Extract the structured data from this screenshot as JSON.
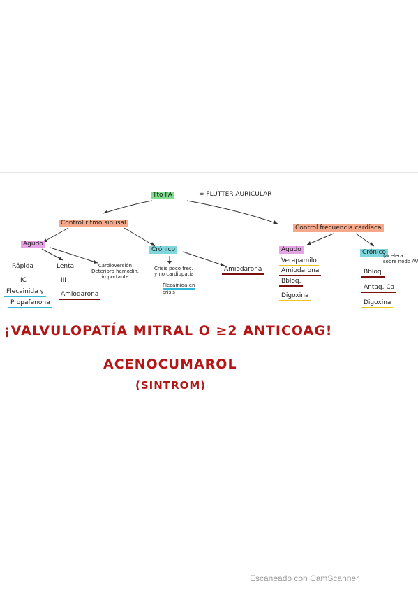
{
  "root": {
    "left": "Tto FA",
    "right": "= FLUTTER AURICULAR"
  },
  "branch_left": "Control ritmo sinusal",
  "branch_right": "Control frecuencia cardíaca",
  "left_agudo": {
    "label": "Agudo",
    "col1": {
      "head": "Rápida",
      "sub": "IC",
      "items": [
        "Flecainida y",
        "Propafenona"
      ]
    },
    "col2": {
      "head": "Lenta",
      "sub": "III",
      "item": "Amiodarona"
    },
    "col3": {
      "lines": [
        "Cardioversión",
        "Deterioro hemodin.",
        "importante"
      ]
    }
  },
  "left_cronico": {
    "label": "Crónico",
    "text1": [
      "Crisis poco frec.",
      "y no cardiopatía"
    ],
    "text2": [
      "Flecainida en",
      "crisis"
    ],
    "item": "Amiodarona"
  },
  "right_agudo": {
    "label": "Agudo",
    "items": [
      "Verapamilo",
      "Amiodarona",
      "Bbloq.",
      "Digoxina"
    ]
  },
  "right_cronico": {
    "label": "Crónico",
    "note": [
      "(acelera",
      "sobre nodo AV)"
    ],
    "items": [
      "Bbloq.",
      "Antag. Ca",
      "Digoxina"
    ]
  },
  "warning": {
    "line1": "¡VALVULOPATÍA MITRAL O ≥2 ANTICOAG!",
    "line2": "ACENOCUMAROL",
    "line3": "(SINTROM)"
  },
  "footer": "Escaneado con CamScanner",
  "colors": {
    "green": "#7ee08c",
    "orange": "#f6a98a",
    "pink": "#e6a3e6",
    "cyan": "#7fd6dc",
    "underline_blue": "#2fb8d6",
    "underline_darkred": "#7a1010",
    "underline_yellow": "#e8c91a",
    "warning_red": "#b41616"
  }
}
